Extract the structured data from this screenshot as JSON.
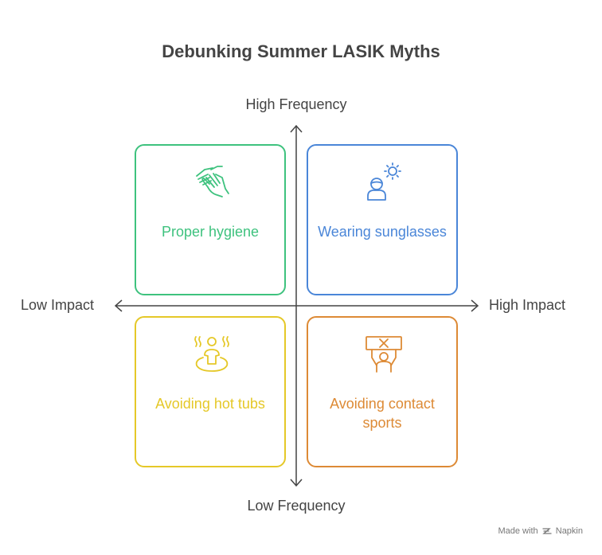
{
  "title": "Debunking Summer LASIK Myths",
  "axes": {
    "top": "High Frequency",
    "bottom": "Low Frequency",
    "left": "Low Impact",
    "right": "High Impact"
  },
  "quadrants": {
    "top_left": {
      "label": "Proper hygiene",
      "icon": "hand-washing-icon",
      "color": "#3ec27e"
    },
    "top_right": {
      "label": "Wearing sunglasses",
      "icon": "person-sun-icon",
      "color": "#4a86d8"
    },
    "bottom_left": {
      "label": "Avoiding hot tubs",
      "icon": "hot-tub-icon",
      "color": "#e5c828"
    },
    "bottom_right": {
      "label": "Avoiding contact sports",
      "icon": "no-sports-sign-icon",
      "color": "#dd8a35"
    }
  },
  "footer": {
    "made_with": "Made with",
    "brand": "Napkin"
  }
}
